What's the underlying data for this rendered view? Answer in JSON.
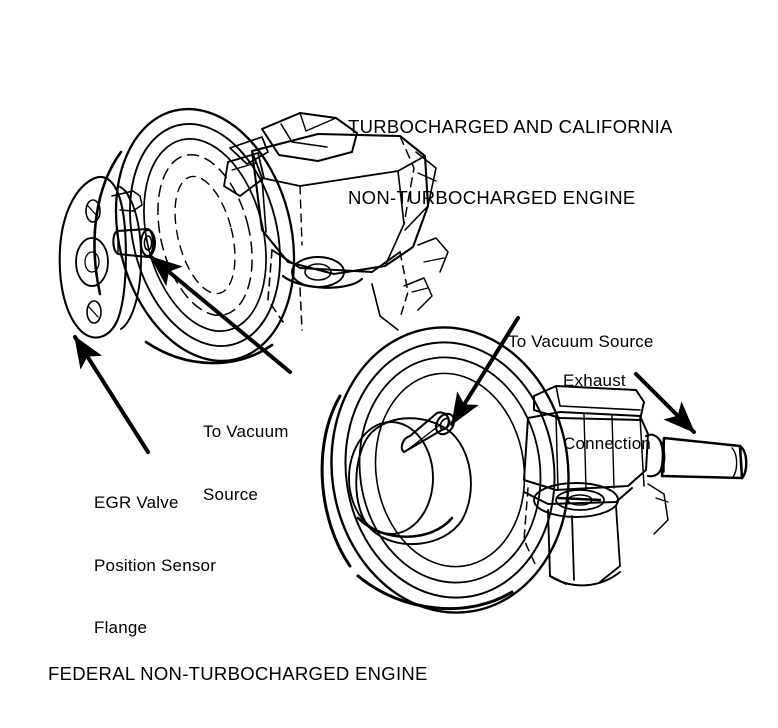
{
  "document": {
    "kind": "technical-line-drawing",
    "subject": "EGR Valve",
    "background_color": "#ffffff",
    "line_color": "#000000"
  },
  "titles": {
    "top_right": {
      "line1": "TURBOCHARGED AND CALIFORNIA",
      "line2": "NON-TURBOCHARGED ENGINE"
    },
    "bottom_left": {
      "line1": "FEDERAL NON-TURBOCHARGED ENGINE"
    }
  },
  "callouts": {
    "upper_vacuum": {
      "line1": "To Vacuum",
      "line2": "Source"
    },
    "flange": {
      "line1": "EGR Valve",
      "line2": "Position Sensor",
      "line3": "Flange"
    },
    "lower_vacuum": {
      "line1": "To Vacuum Source"
    },
    "exhaust": {
      "line1": "Exhaust",
      "line2": "Connection"
    }
  }
}
